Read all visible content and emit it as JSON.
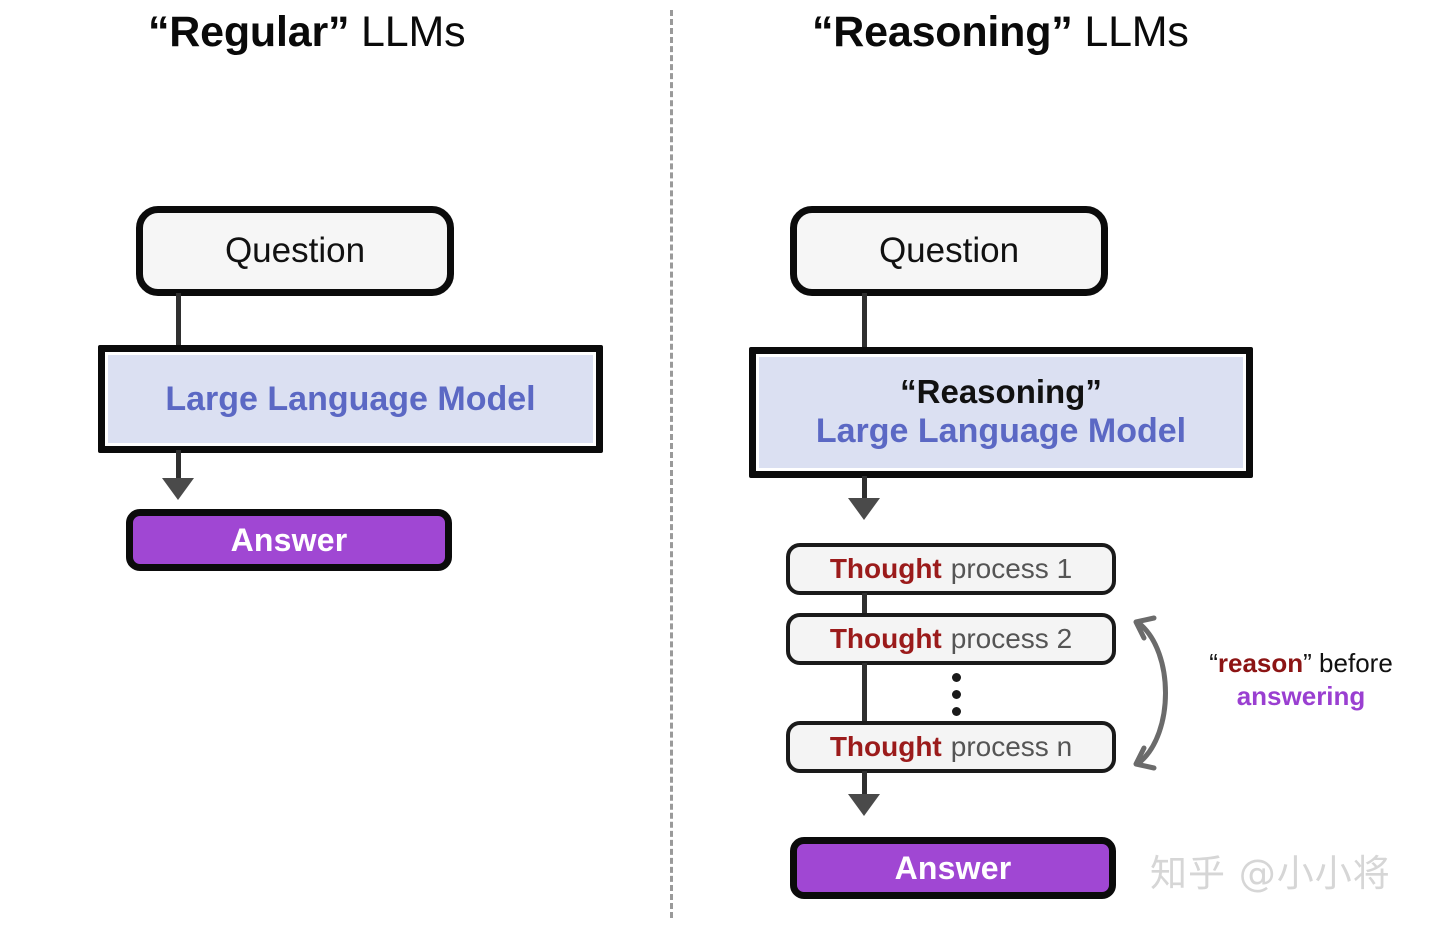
{
  "page": {
    "watermark": "知乎 @小小将",
    "divider": "vertical-dashed-divider"
  },
  "colors": {
    "llm_fill": "#dbe0f2",
    "llm_text": "#5b68c4",
    "answer_fill": "#a047d3",
    "answer_text": "#ffffff",
    "thought_keyword": "#9b1b1b",
    "thought_text": "#555555",
    "annotation_reason": "#8c1414",
    "annotation_answering": "#9a3fd1",
    "border": "#0b0b0b",
    "connector": "#2f2f2f",
    "divider": "#9a9a9a",
    "watermark": "#d6d6d6"
  },
  "left": {
    "title_strong": "“Regular”",
    "title_plain": " LLMs",
    "question": "Question",
    "llm_model": "Large Language Model",
    "answer": "Answer"
  },
  "right": {
    "title_strong": "“Reasoning”",
    "title_plain": " LLMs",
    "question": "Question",
    "llm_strong": "“Reasoning”",
    "llm_model": "Large Language Model",
    "thoughts": [
      {
        "keyword": "Thought",
        "rest": "process 1"
      },
      {
        "keyword": "Thought",
        "rest": "process 2"
      },
      {
        "keyword": "Thought",
        "rest": "process n"
      }
    ],
    "ellipsis": "⋮",
    "answer": "Answer",
    "annotation": {
      "quote_open": "“",
      "keyword": "reason",
      "quote_close": "”",
      "rest": " before",
      "line2": "answering"
    }
  }
}
